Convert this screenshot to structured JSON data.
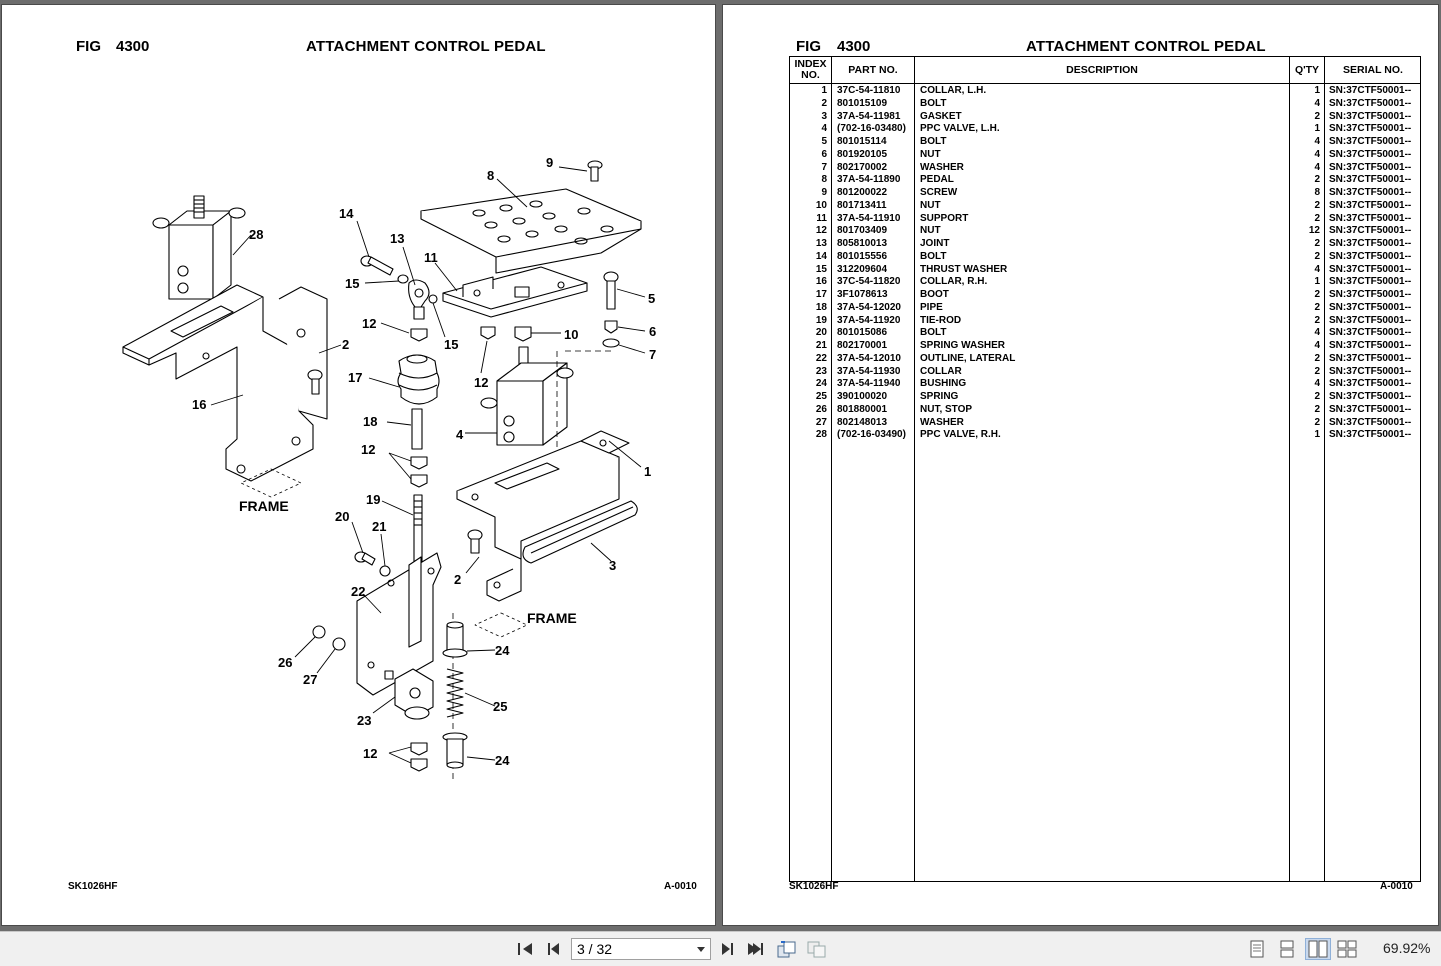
{
  "document": {
    "fig_label": "FIG",
    "fig_number": "4300",
    "title": "ATTACHMENT CONTROL PEDAL",
    "footer_left": "SK1026HF",
    "footer_right": "A-0010"
  },
  "diagram": {
    "frame_label_1": "FRAME",
    "frame_label_2": "FRAME",
    "callouts": [
      "1",
      "2",
      "2",
      "3",
      "4",
      "5",
      "6",
      "7",
      "8",
      "9",
      "10",
      "11",
      "12",
      "12",
      "12",
      "12",
      "13",
      "14",
      "15",
      "15",
      "16",
      "17",
      "18",
      "19",
      "20",
      "21",
      "22",
      "23",
      "24",
      "24",
      "25",
      "26",
      "27",
      "28"
    ]
  },
  "parts_table": {
    "headers": {
      "index": "INDEX NO.",
      "part_no": "PART NO.",
      "description": "DESCRIPTION",
      "qty": "Q'TY",
      "serial": "SERIAL NO."
    },
    "rows": [
      {
        "index": "1",
        "part": "37C-54-11810",
        "desc": "COLLAR, L.H.",
        "qty": "1",
        "sn": "SN:37CTF50001--"
      },
      {
        "index": "2",
        "part": "801015109",
        "desc": "BOLT",
        "qty": "4",
        "sn": "SN:37CTF50001--"
      },
      {
        "index": "3",
        "part": "37A-54-11981",
        "desc": "GASKET",
        "qty": "2",
        "sn": "SN:37CTF50001--"
      },
      {
        "index": "4",
        "part": "(702-16-03480)",
        "desc": "PPC VALVE, L.H.",
        "qty": "1",
        "sn": "SN:37CTF50001--"
      },
      {
        "index": "5",
        "part": "801015114",
        "desc": "BOLT",
        "qty": "4",
        "sn": "SN:37CTF50001--"
      },
      {
        "index": "6",
        "part": "801920105",
        "desc": "NUT",
        "qty": "4",
        "sn": "SN:37CTF50001--"
      },
      {
        "index": "7",
        "part": "802170002",
        "desc": "WASHER",
        "qty": "4",
        "sn": "SN:37CTF50001--"
      },
      {
        "index": "8",
        "part": "37A-54-11890",
        "desc": "PEDAL",
        "qty": "2",
        "sn": "SN:37CTF50001--"
      },
      {
        "index": "9",
        "part": "801200022",
        "desc": "SCREW",
        "qty": "8",
        "sn": "SN:37CTF50001--"
      },
      {
        "index": "10",
        "part": "801713411",
        "desc": "NUT",
        "qty": "2",
        "sn": "SN:37CTF50001--"
      },
      {
        "index": "11",
        "part": "37A-54-11910",
        "desc": "SUPPORT",
        "qty": "2",
        "sn": "SN:37CTF50001--"
      },
      {
        "index": "12",
        "part": "801703409",
        "desc": "NUT",
        "qty": "12",
        "sn": "SN:37CTF50001--"
      },
      {
        "index": "13",
        "part": "805810013",
        "desc": "JOINT",
        "qty": "2",
        "sn": "SN:37CTF50001--"
      },
      {
        "index": "14",
        "part": "801015556",
        "desc": "BOLT",
        "qty": "2",
        "sn": "SN:37CTF50001--"
      },
      {
        "index": "15",
        "part": "312209604",
        "desc": "THRUST WASHER",
        "qty": "4",
        "sn": "SN:37CTF50001--"
      },
      {
        "index": "16",
        "part": "37C-54-11820",
        "desc": "COLLAR, R.H.",
        "qty": "1",
        "sn": "SN:37CTF50001--"
      },
      {
        "index": "17",
        "part": "3F1078613",
        "desc": "BOOT",
        "qty": "2",
        "sn": "SN:37CTF50001--"
      },
      {
        "index": "18",
        "part": "37A-54-12020",
        "desc": "PIPE",
        "qty": "2",
        "sn": "SN:37CTF50001--"
      },
      {
        "index": "19",
        "part": "37A-54-11920",
        "desc": "TIE-ROD",
        "qty": "2",
        "sn": "SN:37CTF50001--"
      },
      {
        "index": "20",
        "part": "801015086",
        "desc": "BOLT",
        "qty": "4",
        "sn": "SN:37CTF50001--"
      },
      {
        "index": "21",
        "part": "802170001",
        "desc": "SPRING WASHER",
        "qty": "4",
        "sn": "SN:37CTF50001--"
      },
      {
        "index": "22",
        "part": "37A-54-12010",
        "desc": "OUTLINE, LATERAL",
        "qty": "2",
        "sn": "SN:37CTF50001--"
      },
      {
        "index": "23",
        "part": "37A-54-11930",
        "desc": "COLLAR",
        "qty": "2",
        "sn": "SN:37CTF50001--"
      },
      {
        "index": "24",
        "part": "37A-54-11940",
        "desc": "BUSHING",
        "qty": "4",
        "sn": "SN:37CTF50001--"
      },
      {
        "index": "25",
        "part": "390100020",
        "desc": "SPRING",
        "qty": "2",
        "sn": "SN:37CTF50001--"
      },
      {
        "index": "26",
        "part": "801880001",
        "desc": "NUT, STOP",
        "qty": "2",
        "sn": "SN:37CTF50001--"
      },
      {
        "index": "27",
        "part": "802148013",
        "desc": "WASHER",
        "qty": "2",
        "sn": "SN:37CTF50001--"
      },
      {
        "index": "28",
        "part": "(702-16-03490)",
        "desc": "PPC VALVE, R.H.",
        "qty": "1",
        "sn": "SN:37CTF50001--"
      }
    ]
  },
  "toolbar": {
    "page_indicator": "3 / 32",
    "zoom": "69.92%",
    "icons": [
      "first-page-icon",
      "prev-page-icon",
      "next-page-icon",
      "last-page-icon",
      "rotate-icon",
      "compare-icon",
      "single-page-view-icon",
      "continuous-view-icon",
      "two-page-view-icon",
      "two-page-continuous-icon"
    ]
  }
}
